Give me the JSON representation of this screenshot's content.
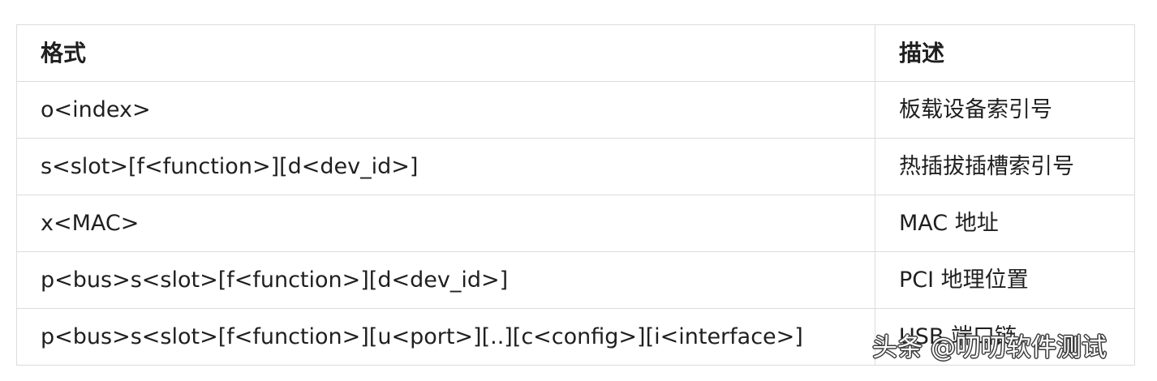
{
  "table": {
    "headers": [
      "格式",
      "描述"
    ],
    "rows": [
      [
        "o<index>",
        "板载设备索引号"
      ],
      [
        "s<slot>[f<function>][d<dev_id>]",
        "热插拔插槽索引号"
      ],
      [
        "x<MAC>",
        "MAC 地址"
      ],
      [
        "p<bus>s<slot>[f<function>][d<dev_id>]",
        "PCI 地理位置"
      ],
      [
        "p<bus>s<slot>[f<function>][u<port>][..][c<config>][i<interface>]",
        "USB 端口链"
      ]
    ]
  },
  "watermark": {
    "text": "头条 @叨叨软件测试"
  }
}
